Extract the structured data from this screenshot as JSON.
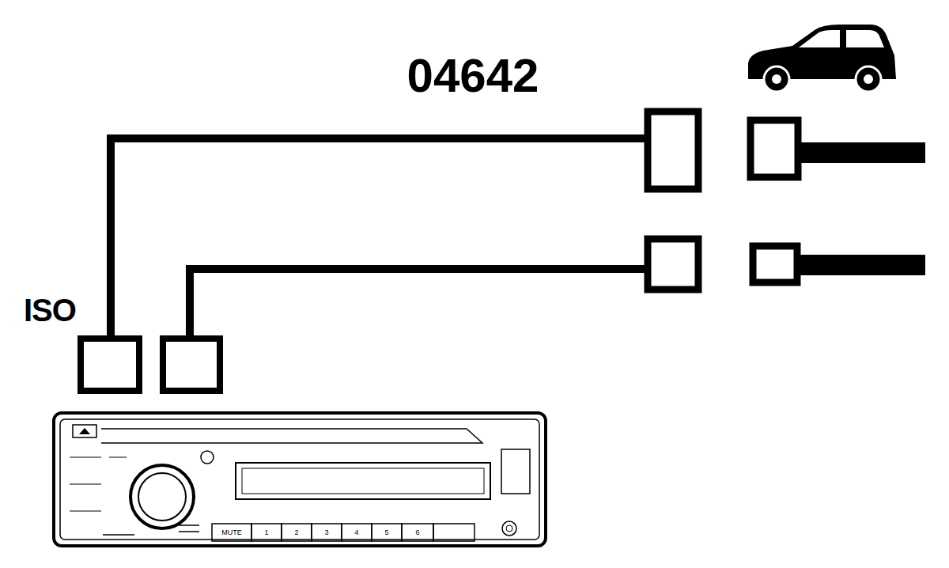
{
  "diagram": {
    "title": "04642",
    "labels": [
      "ISO",
      "MUTE",
      "1",
      "2",
      "3",
      "4",
      "5",
      "6"
    ]
  }
}
